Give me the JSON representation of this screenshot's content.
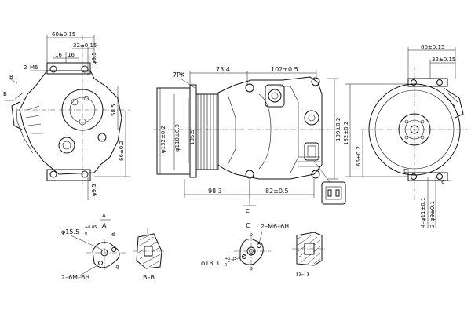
{
  "left_view": {
    "dim_60": "60±0.15",
    "dim_32": "32±0.15",
    "dim_16a": "16",
    "dim_16b": "16",
    "dim_2m6": "2–M6",
    "dim_95_top": "φ9.5",
    "dim_585": "58.5",
    "dim_66": "66±0.2",
    "dim_95_bot": "φ9.5",
    "label_b1": "B",
    "label_b2": "B"
  },
  "front_view": {
    "label_7pk": "7PK",
    "dim_734": "73.4",
    "dim_102": "102±0.5",
    "dim_132": "φ132±0.2",
    "dim_110": "φ110±0.3",
    "dim_1055": "105.5",
    "dim_139": "139±0.2",
    "dim_983": "98.3",
    "dim_82": "82±0.5",
    "label_c": "C",
    "label_a": "A"
  },
  "right_view": {
    "dim_60": "60±0.15",
    "dim_32": "32±0.15",
    "dim_132": "132±0.2",
    "dim_66": "66±0.2",
    "dim_6": "6",
    "dim_411": "4–φ11±0.1",
    "dim_2949": "2–φ9±0.1",
    "label_d": "D"
  },
  "detail_a": {
    "title": "A",
    "dim_155_base": "φ15.5",
    "dim_155_tol": "+0.05",
    "dim_155_tol2": "0",
    "dim_2m6": "2–6M–6H",
    "label_b1": "B",
    "label_b2": "B"
  },
  "section_bb": {
    "title": "B–B"
  },
  "detail_c": {
    "title": "C",
    "dim_2m6": "2–M6–6H",
    "dim_183_base": "φ18.3",
    "dim_183_tol": "+0.05",
    "dim_183_tol2": "0",
    "label_d1": "D",
    "label_d2": "D"
  },
  "section_dd": {
    "title": "D–D"
  }
}
